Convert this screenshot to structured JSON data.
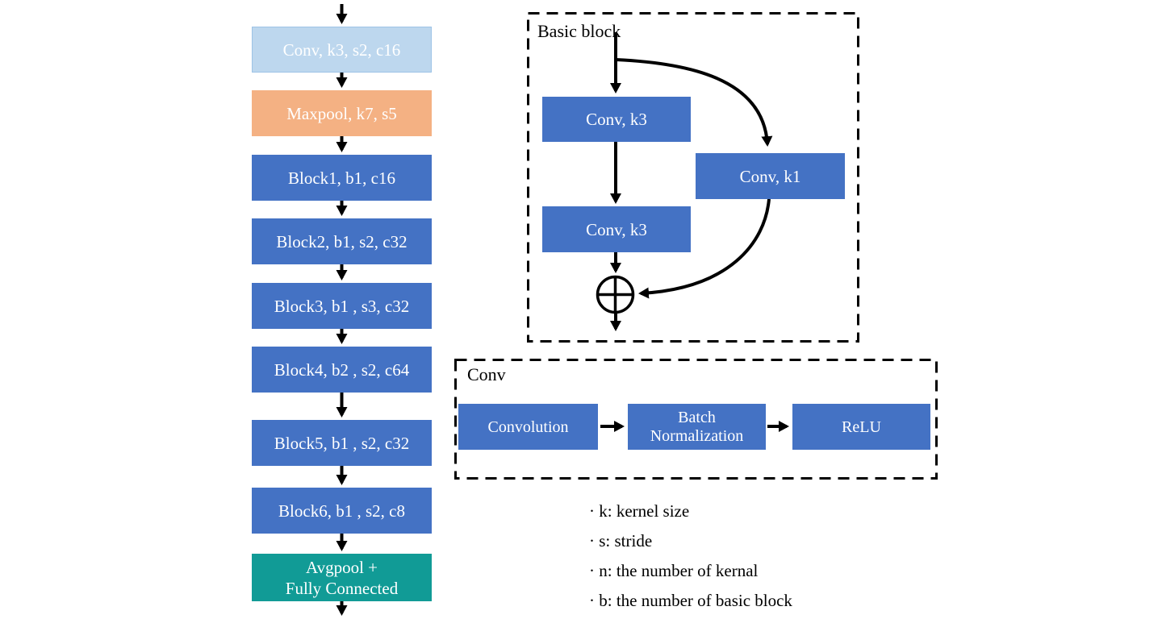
{
  "colors": {
    "blue": "#4472C4",
    "light_blue": "#BDD7EE",
    "light_blue_border": "#9DC3E6",
    "orange": "#F4B183",
    "teal": "#119B96",
    "arrow": "#000000",
    "box_text": "#FFFFFF",
    "label_text": "#000000"
  },
  "pipeline": {
    "boxes": [
      {
        "label": "Conv, k3, s2, c16"
      },
      {
        "label": "Maxpool, k7, s5"
      },
      {
        "label": "Block1, b1, c16"
      },
      {
        "label": "Block2, b1, s2, c32"
      },
      {
        "label": "Block3, b1 , s3, c32"
      },
      {
        "label": "Block4, b2 , s2, c64"
      },
      {
        "label": "Block5, b1 , s2, c32"
      },
      {
        "label": "Block6, b1 , s2, c8"
      },
      {
        "label": "Avgpool +\nFully Connected"
      }
    ]
  },
  "basic_block": {
    "title": "Basic block",
    "conv_top": "Conv, k3",
    "conv_skip": "Conv, k1",
    "conv_bottom": "Conv, k3"
  },
  "conv_detail": {
    "title": "Conv",
    "convolution": "Convolution",
    "batch_norm": "Batch\nNormalization",
    "relu": "ReLU"
  },
  "legend": {
    "items": [
      "· k: kernel size",
      "· s: stride",
      "· n: the number of kernal",
      "· b: the number of basic block"
    ]
  }
}
